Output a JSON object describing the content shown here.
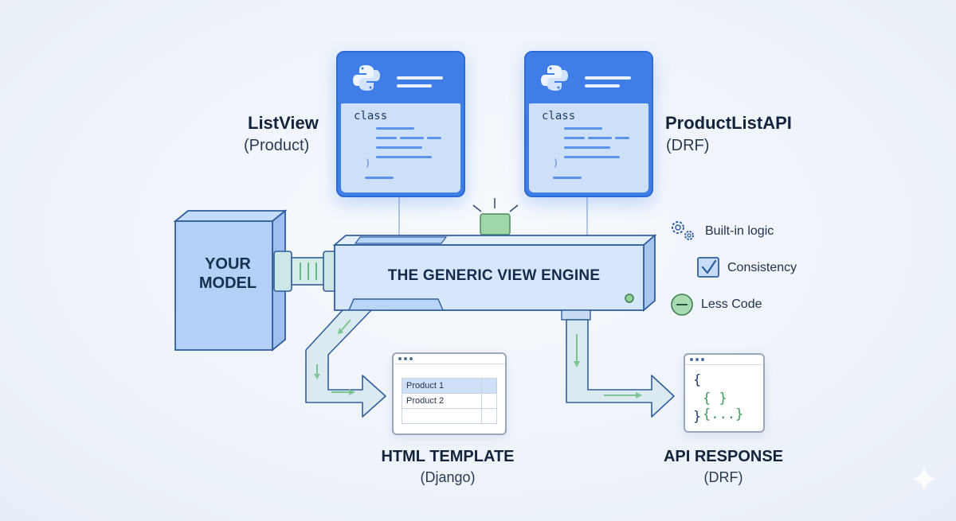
{
  "cards": [
    {
      "keyword": "class",
      "paren": ")"
    },
    {
      "keyword": "class",
      "paren": ")"
    }
  ],
  "views": {
    "left": {
      "title": "ListView",
      "subtitle": "(Product)"
    },
    "right": {
      "title": "ProductListAPI",
      "subtitle": "(DRF)"
    }
  },
  "model": {
    "line1": "YOUR",
    "line2": "MODEL"
  },
  "engine": {
    "label": "THE GENERIC VIEW ENGINE"
  },
  "features": [
    {
      "icon": "gears-icon",
      "label": "Built-in logic"
    },
    {
      "icon": "checkbox-icon",
      "label": "Consistency"
    },
    {
      "icon": "minus-circle-icon",
      "label": "Less Code"
    }
  ],
  "html_output": {
    "rows": [
      "Product 1",
      "Product 2"
    ],
    "title": "HTML TEMPLATE",
    "subtitle": "(Django)"
  },
  "api_output": {
    "open_brace": "{",
    "content": "{ } {...}",
    "close_brace": "}",
    "title": "API RESPONSE",
    "subtitle": "(DRF)"
  },
  "colors": {
    "card_blue": "#3f7ee6",
    "machine_fill": "#d6e6fb",
    "machine_stroke": "#2f5e9e",
    "pipe_fill": "#dbeaf0",
    "accent_green": "#7cc491"
  }
}
